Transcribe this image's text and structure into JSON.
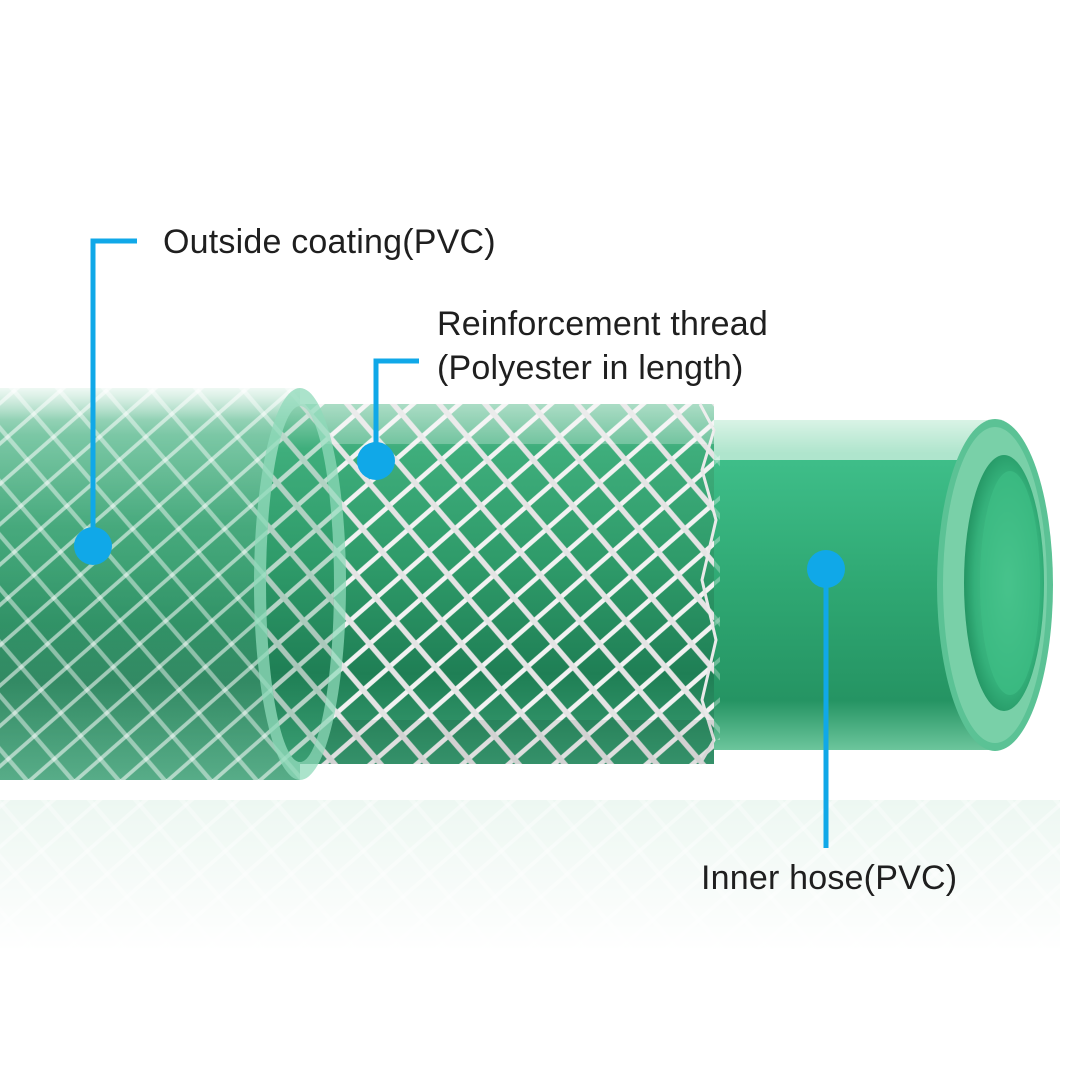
{
  "colors": {
    "accent": "#10a8e8",
    "hose_green": "#2f9c6e",
    "hose_green_light": "#3fbf8a",
    "braid": "#eeeeee",
    "text": "#1f1f1f"
  },
  "callouts": {
    "outside_coating": {
      "label": "Outside coating(PVC)"
    },
    "reinforcement": {
      "line1": "Reinforcement thread",
      "line2": "(Polyester in length)"
    },
    "inner_hose": {
      "label": "Inner hose(PVC)"
    }
  }
}
